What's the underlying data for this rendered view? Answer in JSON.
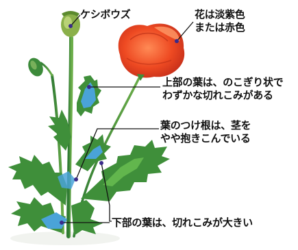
{
  "labels": {
    "bud": "ケシボウズ",
    "flower": [
      "花は淡紫色",
      "または赤色"
    ],
    "upper_leaf": [
      "上部の葉は、のこぎり状で",
      "わずかな切れこみがある"
    ],
    "leaf_base": [
      "葉のつけ根は、茎を",
      "やや抱きこんでいる"
    ],
    "lower_leaf": "下部の葉は、切れこみが大きい"
  },
  "colors": {
    "petal": "#e8401e",
    "leaf_green": "#3f8f3a",
    "leaf_blue": "#4aa3d8",
    "line": "#111111",
    "marker": "#3a2a8a"
  }
}
